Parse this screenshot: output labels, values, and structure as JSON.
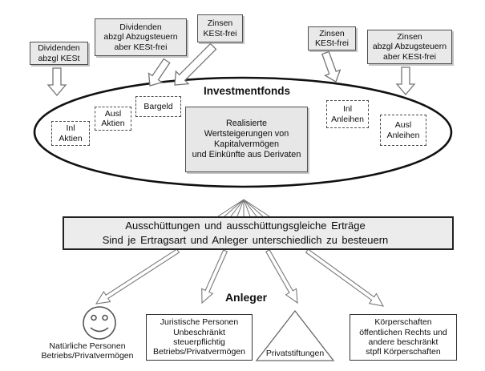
{
  "colors": {
    "box_fill": "#e9e9e9",
    "banner_fill": "#ececec",
    "border_dark": "#222222",
    "dashed_border": "#4a4a4a",
    "arrow_outline": "#757575",
    "ellipse_stroke": "#111111"
  },
  "inflows": [
    {
      "label": "Dividenden\nabzgl KESt"
    },
    {
      "label": "Dividenden\nabzgl Abzugsteuern\naber KESt-frei"
    },
    {
      "label": "Zinsen\nKESt-frei"
    },
    {
      "label": "Zinsen\nKESt-frei"
    },
    {
      "label": "Zinsen\nabzgl Abzugsteuern\naber KESt-frei"
    }
  ],
  "fund": {
    "title": "Investmentfonds",
    "assets": [
      {
        "label": "Inl\nAktien"
      },
      {
        "label": "Ausl\nAktien"
      },
      {
        "label": "Bargeld"
      },
      {
        "label": "Inl\nAnleihen"
      },
      {
        "label": "Ausl\nAnleihen"
      }
    ],
    "earnings_note": "Realisierte\nWertsteigerungen von\nKapitalvermögen\nund Einkünfte aus Derivaten"
  },
  "distribution_banner": "Ausschüttungen und ausschüttungsgleiche Erträge\nSind je Ertragsart und Anleger unterschiedlich zu besteuern",
  "investors": {
    "heading": "Anleger",
    "natural_persons": "Natürliche Personen\nBetriebs/Privatvermögen",
    "juristic_persons": "Juristische Personen\nUnbeschränkt\nsteuerpflichtig\nBetriebs/Privatvermögen",
    "private_foundations": "Privatstiftungen",
    "corporations": "Körperschaften\nöffentlichen Rechts und\nandere beschränkt\nstpfl Körperschaften"
  }
}
